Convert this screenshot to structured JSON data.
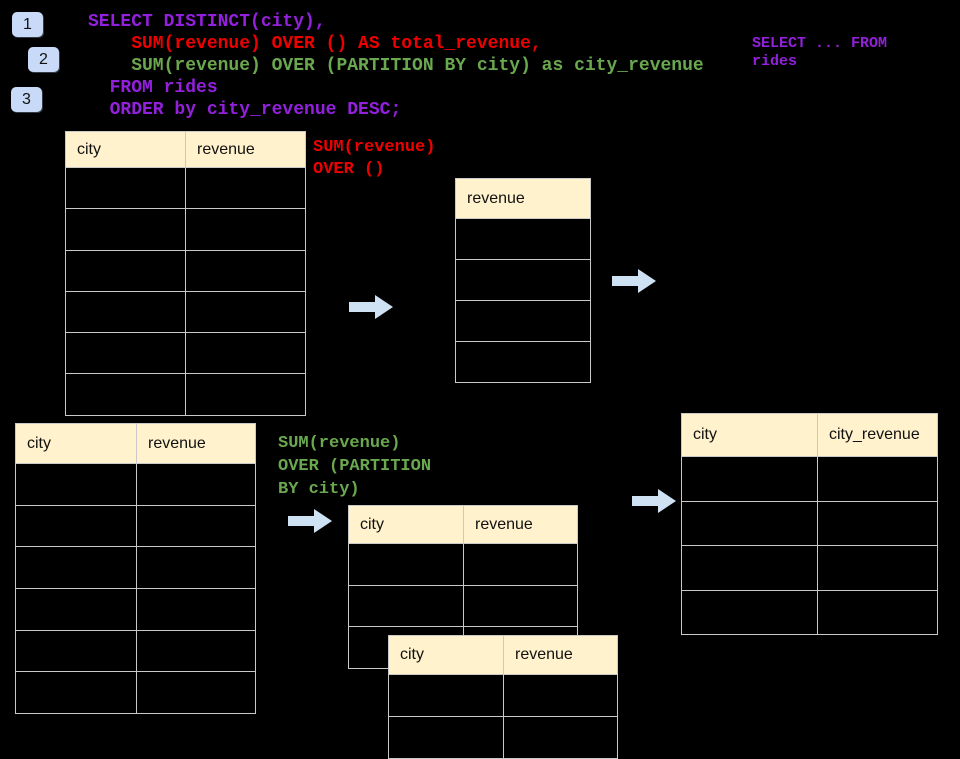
{
  "palette": {
    "background": "#000000",
    "sql_purple": "#9320DC",
    "sql_red": "#EE0000",
    "sql_green": "#6AA84F",
    "table_header_fill": "#FFF2CC",
    "table_border": "#C9C9C9",
    "arrow_fill": "#CFE2F3",
    "badge_fill": "#C9DAF8"
  },
  "code": {
    "lines": [
      {
        "text": "SELECT DISTINCT(city),",
        "color": "purple"
      },
      {
        "text": "    SUM(revenue) OVER () AS total_revenue,",
        "color": "red"
      },
      {
        "text": "    SUM(revenue) OVER (PARTITION BY city) as city_revenue",
        "color": "green"
      },
      {
        "text": "  FROM rides",
        "color": "purple"
      },
      {
        "text": "  ORDER by city_revenue DESC;",
        "color": "purple"
      }
    ]
  },
  "side_code": {
    "text": "SELECT ... FROM\nrides"
  },
  "labels": {
    "total_window": "SUM(revenue)\nOVER ()",
    "partition_window": "SUM(revenue)\nOVER (PARTITION\nBY city)"
  },
  "badges": {
    "step1": "1",
    "step2": "2",
    "step3": "3"
  },
  "icons": {
    "flow_arrow": "right-arrow"
  },
  "tables": {
    "source_full": {
      "columns": [
        "city",
        "revenue"
      ],
      "body_rows": 6
    },
    "total_revenue_result": {
      "columns": [
        "revenue"
      ],
      "body_rows": 4
    },
    "partition_source": {
      "columns": [
        "city",
        "revenue"
      ],
      "body_rows": 6
    },
    "partition_step": {
      "columns": [
        "city",
        "revenue"
      ],
      "body_rows": 3
    },
    "partition_step2": {
      "columns": [
        "city",
        "revenue"
      ],
      "body_rows": 2
    },
    "final_result": {
      "columns": [
        "city",
        "city_revenue"
      ],
      "body_rows": 4
    }
  }
}
